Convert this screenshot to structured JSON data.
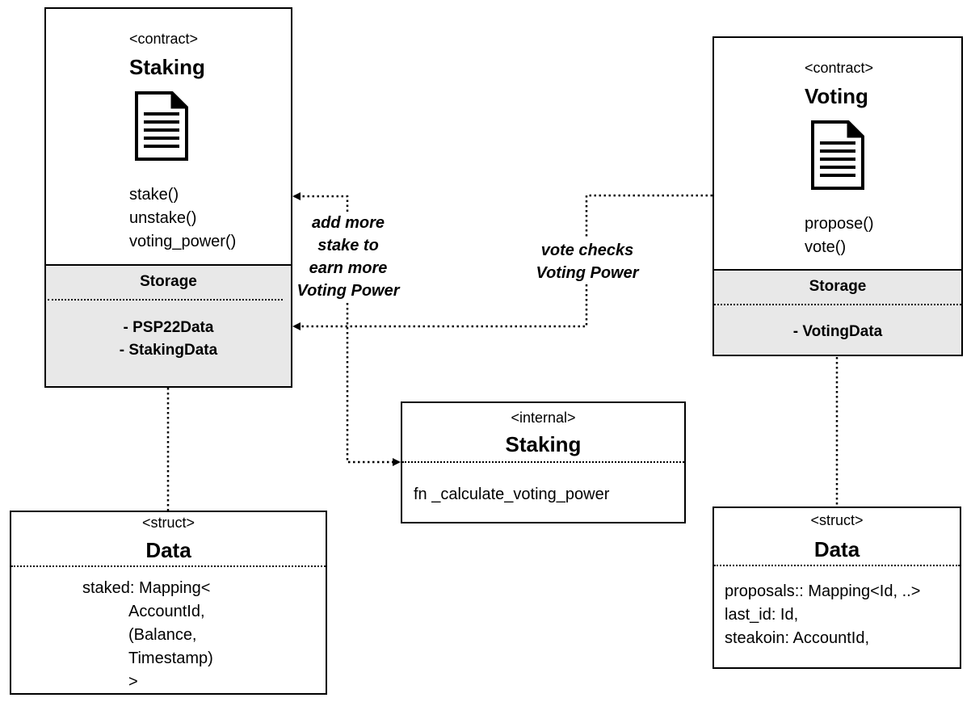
{
  "staking_contract": {
    "stereotype": "<contract>",
    "title": "Staking",
    "icon": "document-icon",
    "methods": [
      "stake()",
      "unstake()",
      "voting_power()"
    ],
    "storage_title": "Storage",
    "storage_items": [
      "- PSP22Data",
      "- StakingData"
    ]
  },
  "voting_contract": {
    "stereotype": "<contract>",
    "title": "Voting",
    "icon": "document-icon",
    "methods": [
      "propose()",
      "vote()"
    ],
    "storage_title": "Storage",
    "storage_items": [
      "- VotingData"
    ]
  },
  "internal_staking": {
    "stereotype": "<internal>",
    "title": "Staking",
    "fields": [
      "fn _calculate_voting_power"
    ]
  },
  "staking_data_struct": {
    "stereotype": "<struct>",
    "title": "Data",
    "fields": [
      "staked: Mapping<",
      "AccountId,",
      "(Balance,",
      "Timestamp)",
      ">"
    ]
  },
  "voting_data_struct": {
    "stereotype": "<struct>",
    "title": "Data",
    "fields": [
      "proposals:: Mapping<Id, ..>",
      "last_id: Id,",
      "steakoin: AccountId,"
    ]
  },
  "annotations": {
    "stake_note": [
      "add more",
      "stake to",
      "earn more",
      "Voting Power"
    ],
    "vote_note": [
      "vote checks",
      "Voting Power"
    ]
  }
}
